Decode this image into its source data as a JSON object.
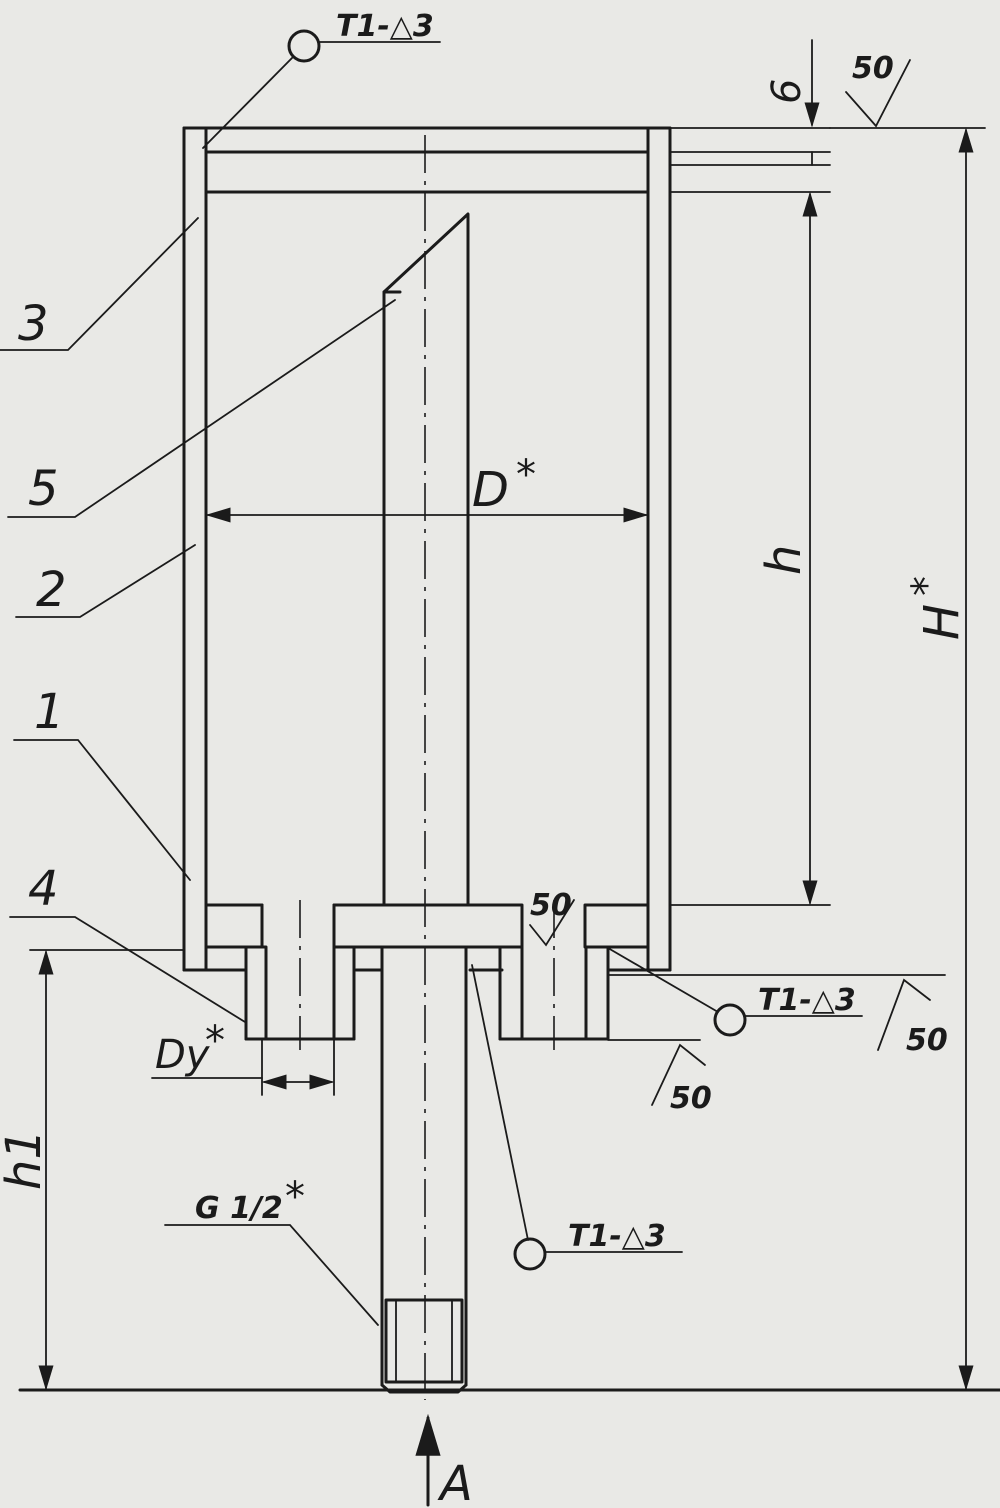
{
  "labels": {
    "part_1": "1",
    "part_2": "2",
    "part_3": "3",
    "part_4": "4",
    "part_5": "5",
    "diameter": "D",
    "outlet_diameter": "Dy",
    "height_inner": "h",
    "height_total": "H",
    "height_bottom": "h1",
    "thickness": "6",
    "thread": "G 1/2",
    "view": "A",
    "asterisk": "*",
    "weld_top": "T1-△3",
    "weld_right": "T1-△3",
    "weld_bottom": "T1-△3",
    "rough_top": "50",
    "rough_mid": "50",
    "rough_right": "50",
    "rough_bottom": "50"
  }
}
